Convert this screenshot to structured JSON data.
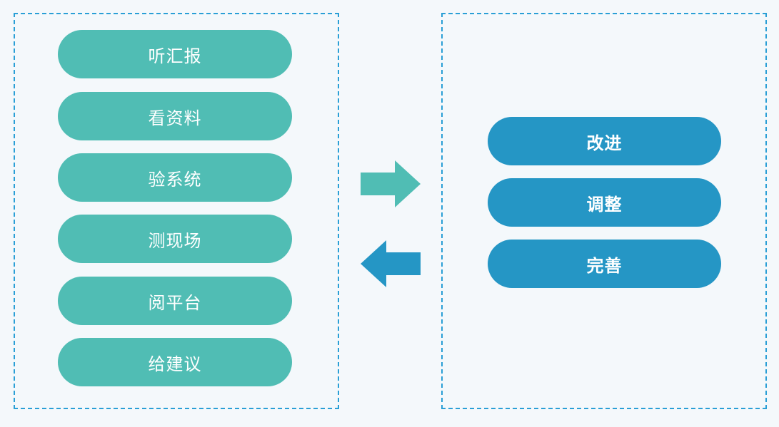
{
  "left_panel": {
    "items": [
      {
        "label": "听汇报"
      },
      {
        "label": "看资料"
      },
      {
        "label": "验系统"
      },
      {
        "label": "测现场"
      },
      {
        "label": "阅平台"
      },
      {
        "label": "给建议"
      }
    ]
  },
  "right_panel": {
    "items": [
      {
        "label": "改进"
      },
      {
        "label": "调整"
      },
      {
        "label": "完善"
      }
    ]
  },
  "arrows": {
    "forward_icon": "right-arrow",
    "forward_color": "#50bdb4",
    "back_icon": "left-arrow",
    "back_color": "#2596c5"
  },
  "colors": {
    "teal": "#50bdb4",
    "blue": "#2596c5",
    "dashed_border": "#2a9fd6"
  }
}
